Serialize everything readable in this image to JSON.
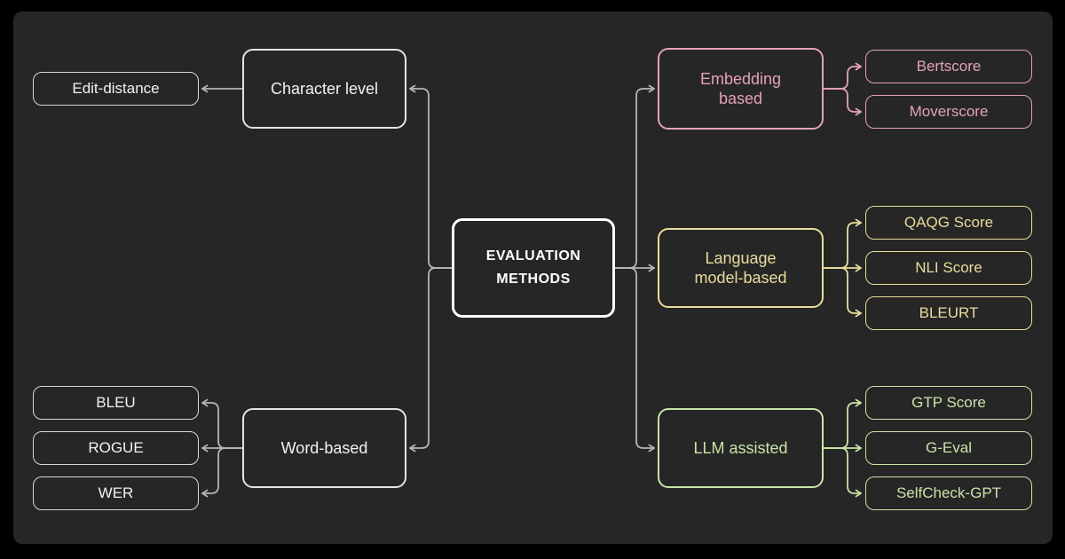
{
  "diagram": {
    "center": {
      "label": "EVALUATION\nMETHODS"
    },
    "left_branches": [
      {
        "label": "Character level",
        "children": [
          "Edit-distance"
        ]
      },
      {
        "label": "Word-based",
        "children": [
          "BLEU",
          "ROGUE",
          "WER"
        ]
      }
    ],
    "right_branches": [
      {
        "label": "Embedding\nbased",
        "children": [
          "Bertscore",
          "Moverscore"
        ]
      },
      {
        "label": "Language\nmodel-based",
        "children": [
          "QAQG Score",
          "NLI Score",
          "BLEURT"
        ]
      },
      {
        "label": "LLM assisted",
        "children": [
          "GTP Score",
          "G-Eval",
          "SelfCheck-GPT"
        ]
      }
    ]
  },
  "colors": {
    "frame": "#000000",
    "canvas": "#262626",
    "center_border": "#ffffff",
    "center_text": "#ffffff",
    "gray_border": "#d6d7d8",
    "gray_parent_border": "#e2e3e4",
    "gray_text": "#f2f2f2",
    "connector_gray": "#b5b6b9",
    "pink": "#e4a2b8",
    "yellow": "#e8dc9c",
    "green": "#c9e4a8"
  }
}
